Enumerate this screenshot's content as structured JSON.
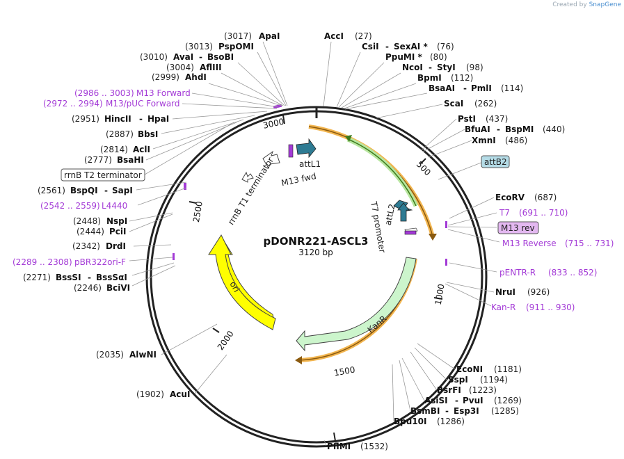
{
  "credit": {
    "prefix": "Created by",
    "brand": "SnapGene"
  },
  "plasmid": {
    "name": "pDONR221-ASCL3",
    "length_label": "3120 bp",
    "length": 3120
  },
  "ticks": [
    "3000",
    "500",
    "1000",
    "1500",
    "2000",
    "2500"
  ],
  "enzyme_labels": [
    {
      "pos": "(3017)",
      "name": "ApaI"
    },
    {
      "pos": "(3013)",
      "name": "PspOMI"
    },
    {
      "pos": "(3010)",
      "name": "AvaI",
      "name2": "BsoBI"
    },
    {
      "pos": "(3004)",
      "name": "AflIII"
    },
    {
      "pos": "(2999)",
      "name": "AhdI"
    },
    {
      "pos": "(2951)",
      "name": "HincII",
      "name2": "HpaI"
    },
    {
      "pos": "(2887)",
      "name": "BbsI"
    },
    {
      "pos": "(2814)",
      "name": "AclI"
    },
    {
      "pos": "(2777)",
      "name": "BsaHI"
    },
    {
      "pos": "(2561)",
      "name": "BspQI",
      "name2": "SapI"
    },
    {
      "pos": "(2448)",
      "name": "NspI"
    },
    {
      "pos": "(2444)",
      "name": "PciI"
    },
    {
      "pos": "(2342)",
      "name": "DrdI"
    },
    {
      "pos": "(2271)",
      "name": "BssSI",
      "name2": "BssSαI"
    },
    {
      "pos": "(2246)",
      "name": "BciVI"
    },
    {
      "pos": "(2035)",
      "name": "AlwNI"
    },
    {
      "pos": "(1902)",
      "name": "AcuI"
    },
    {
      "pos": "(27)",
      "name": "AccI"
    },
    {
      "pos": "(76)",
      "name": "CsiI",
      "name2": "SexAI *"
    },
    {
      "pos": "(80)",
      "name": "PpuMI *"
    },
    {
      "pos": "(98)",
      "name": "NcoI",
      "name2": "StyI"
    },
    {
      "pos": "(112)",
      "name": "BpmI"
    },
    {
      "pos": "(114)",
      "name": "BsaAI",
      "name2": "PmlI"
    },
    {
      "pos": "(262)",
      "name": "ScaI"
    },
    {
      "pos": "(437)",
      "name": "PstI"
    },
    {
      "pos": "(440)",
      "name": "BfuAI",
      "name2": "BspMI"
    },
    {
      "pos": "(486)",
      "name": "XmnI"
    },
    {
      "pos": "(687)",
      "name": "EcoRV"
    },
    {
      "pos": "(926)",
      "name": "NruI"
    },
    {
      "pos": "(1181)",
      "name": "EcoNI"
    },
    {
      "pos": "(1194)",
      "name": "SspI"
    },
    {
      "pos": "(1223)",
      "name": "BsrFI"
    },
    {
      "pos": "(1269)",
      "name": "AsiSI",
      "name2": "PvuI"
    },
    {
      "pos": "(1285)",
      "name": "BsmBI",
      "name2": "Esp3I"
    },
    {
      "pos": "(1286)",
      "name": "Bpu10I"
    },
    {
      "pos": "(1532)",
      "name": "PflMI"
    }
  ],
  "primer_labels": [
    {
      "range": "(2986 .. 3003)",
      "name": "M13 Forward"
    },
    {
      "range": "(2972 .. 2994)",
      "name": "M13/pUC Forward"
    },
    {
      "range": "(2542 .. 2559)",
      "name": "L4440"
    },
    {
      "range": "(2289 .. 2308)",
      "name": "pBR322ori-F"
    },
    {
      "range": "(691 .. 710)",
      "name": "T7"
    },
    {
      "range": "(715 .. 731)",
      "name": "M13 Reverse"
    },
    {
      "range": "(833 .. 852)",
      "name": "pENTR-R"
    },
    {
      "range": "(911 .. 930)",
      "name": "Kan-R"
    }
  ],
  "boxed_labels": [
    "rrnB T2 terminator",
    "attB2",
    "M13 rev"
  ],
  "features": [
    "attL1",
    "M13 fwd",
    "rrnB T1 terminator",
    "attL2",
    "T7 promoter",
    "KanR",
    "ori"
  ],
  "colors": {
    "backbone": "#222222",
    "orange_arc": "#f0a830",
    "green_arc": "#5aa02c",
    "kanr": "#ccf5cc",
    "ori": "#ffff00",
    "teal": "#2e7b93",
    "primer": "#a33ad6",
    "m13rev_fill": "#e3b8f0",
    "attb2_fill": "#b4dbe6"
  }
}
